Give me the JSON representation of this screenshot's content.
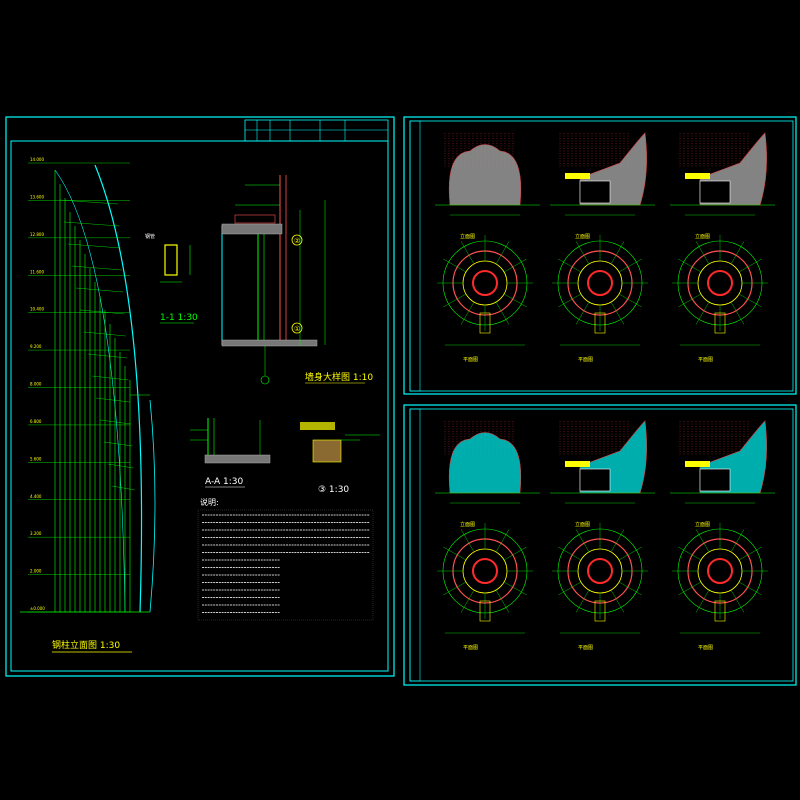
{
  "colors": {
    "background": "#000000",
    "frame": "#00ffff",
    "mullion": "#00ff00",
    "curve": "#00ffff",
    "note_text": "#ffffff",
    "hatch": "#ff2a2a",
    "accent_yellow": "#ffff00",
    "magenta": "#ff00ff",
    "grey_fill": "#9a9a9a"
  },
  "left_sheet": {
    "elevation_title": "钢柱立面图 1:30",
    "elevation_levels": [
      "14.000",
      "13.600",
      "12.800",
      "11.600",
      "10.400",
      "9.200",
      "8.000",
      "6.800",
      "5.600",
      "4.400",
      "3.200",
      "2.000",
      "±0.000"
    ],
    "section_1_1_title": "1-1 1:30",
    "wall_detail_title": "墙身大样图 1:10",
    "section_a_a_title": "A-A 1:30",
    "detail_3_title": "③ 1:30",
    "notes_title": "说明:",
    "axis_marks": [
      "①",
      "②"
    ]
  },
  "right_top_sheet": {
    "elevations": [
      "立面图",
      "立面图",
      "立面图"
    ],
    "plans": [
      "平面图",
      "平面图",
      "平面图"
    ]
  },
  "right_bottom_sheet": {
    "elevations": [
      "立面图",
      "立面图",
      "立面图"
    ],
    "plans": [
      "平面图",
      "平面图",
      "平面图"
    ]
  }
}
